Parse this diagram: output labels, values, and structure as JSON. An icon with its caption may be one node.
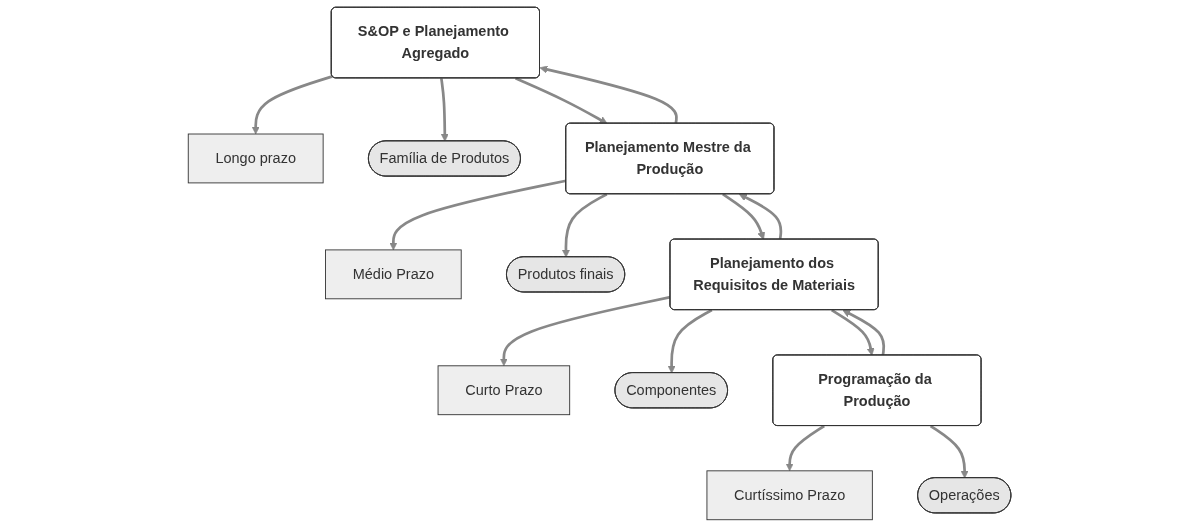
{
  "diagram": {
    "nodes": [
      {
        "text": [
          "Longo prazo"
        ]
      },
      {
        "text": [
          "S&OP e Planejamento Agregado"
        ]
      },
      {
        "text": [
          "Família de Produtos"
        ]
      },
      {
        "text": [
          "Médio Prazo"
        ]
      },
      {
        "text": [
          "Planejamento Mestre da Produção"
        ]
      },
      {
        "text": [
          "Produtos finais"
        ]
      },
      {
        "text": [
          "Curto Prazo"
        ]
      },
      {
        "text": [
          "Planejamento dos Requisitos de Materiais"
        ]
      },
      {
        "text": [
          "Componentes"
        ]
      },
      {
        "text": [
          "Curtíssimo Prazo"
        ]
      },
      {
        "text": [
          "Programação da Produção"
        ]
      },
      {
        "text": [
          "Operações"
        ]
      }
    ],
    "edges": [
      {
        "from": 1,
        "to": 0,
        "arrow": "to"
      },
      {
        "from": 1,
        "to": 2,
        "arrow": "to"
      },
      {
        "from": 1,
        "to": 4,
        "arrow": "to"
      },
      {
        "from": 4,
        "to": 1,
        "arrow": "to"
      },
      {
        "from": 4,
        "to": 3,
        "arrow": "to"
      },
      {
        "from": 4,
        "to": 5,
        "arrow": "to"
      },
      {
        "from": 4,
        "to": 7,
        "arrow": "to"
      },
      {
        "from": 7,
        "to": 4,
        "arrow": "to"
      },
      {
        "from": 7,
        "to": 6,
        "arrow": "to"
      },
      {
        "from": 7,
        "to": 8,
        "arrow": "to"
      },
      {
        "from": 7,
        "to": 10,
        "arrow": "to"
      },
      {
        "from": 10,
        "to": 7,
        "arrow": "to"
      },
      {
        "from": 10,
        "to": 9,
        "arrow": "to"
      },
      {
        "from": 10,
        "to": 11,
        "arrow": "to"
      }
    ]
  }
}
